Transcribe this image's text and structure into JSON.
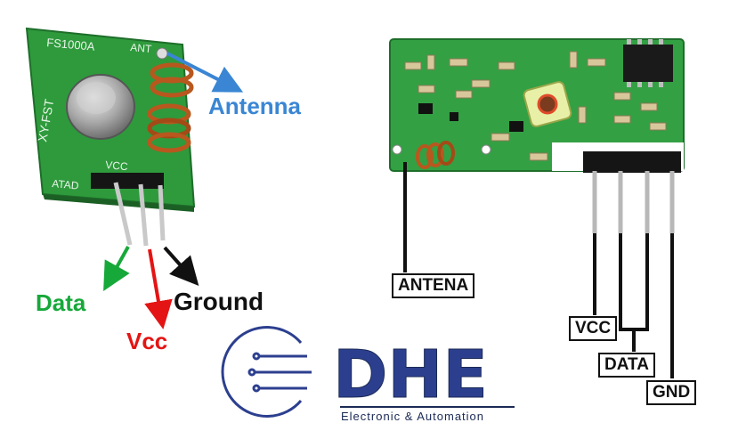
{
  "transmitter": {
    "model": "FS1000A",
    "brand": "XY-FST",
    "ant_silk": "ANT",
    "atad_silk": "ATAD",
    "vcc_silk": "VCC",
    "labels": {
      "antenna": "Antenna",
      "data": "Data",
      "vcc": "Vcc",
      "ground": "Ground"
    }
  },
  "receiver": {
    "labels": {
      "antenna": "ANTENA",
      "vcc": "VCC",
      "data": "DATA",
      "gnd": "GND"
    }
  },
  "logo": {
    "name": "DHE",
    "tagline": "Electronic & Automation"
  },
  "colors": {
    "pcb_green": "#2e9a3c",
    "pcb_dark": "#1e6e2a",
    "antenna_blue": "#3a86d4",
    "data_green": "#17a83a",
    "vcc_red": "#e41414",
    "ground_black": "#111111",
    "copper": "#b8581e",
    "logo_blue": "#2c3f8f"
  }
}
